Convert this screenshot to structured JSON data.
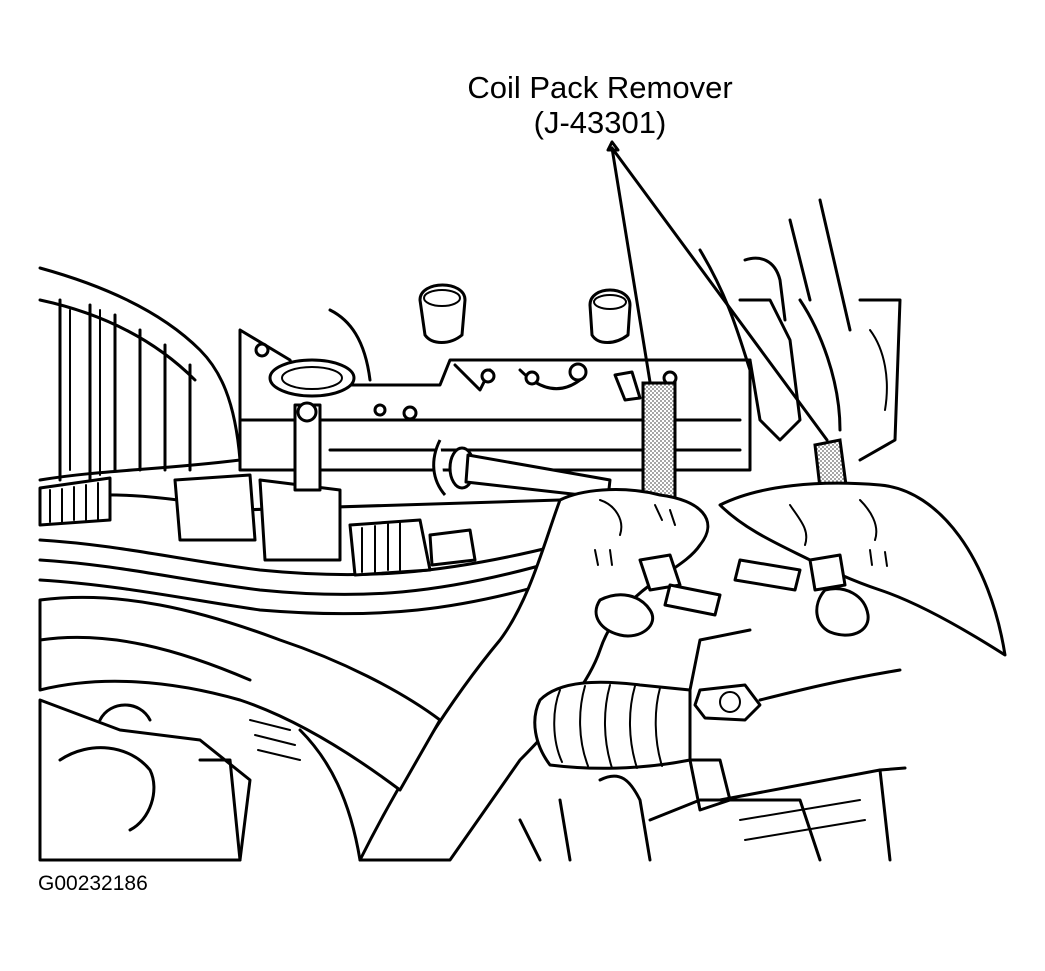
{
  "callout": {
    "line1": "Coil Pack Remover",
    "line2": "(J-43301)"
  },
  "figure_id": "G00232186",
  "colors": {
    "ink": "#000000",
    "paper": "#ffffff",
    "stipple": "#8a8a8a"
  }
}
